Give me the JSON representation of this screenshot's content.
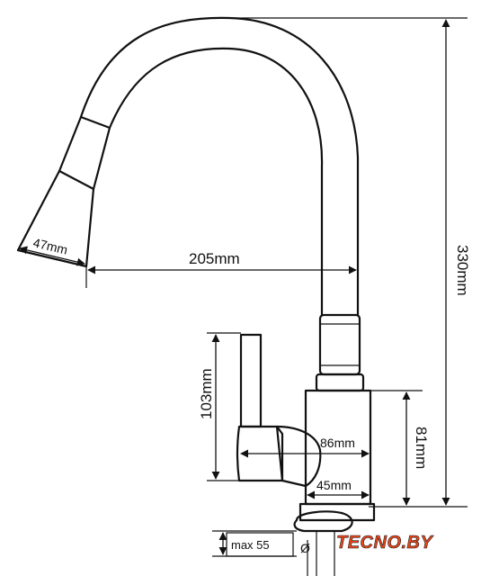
{
  "dimensions": {
    "spray_head_diameter": "47mm",
    "spout_reach": "205mm",
    "total_height": "330mm",
    "lever_height": "103mm",
    "body_height": "81mm",
    "lever_length": "86mm",
    "body_diameter": "45mm",
    "max_mount_thickness": "max 55",
    "mount_hole_symbol": "Ø"
  },
  "watermark": {
    "text": "TECNO.BY",
    "color_primary": "#e8461c",
    "color_dark": "#1a1a1a"
  },
  "colors": {
    "line": "#111111",
    "background": "#ffffff"
  }
}
